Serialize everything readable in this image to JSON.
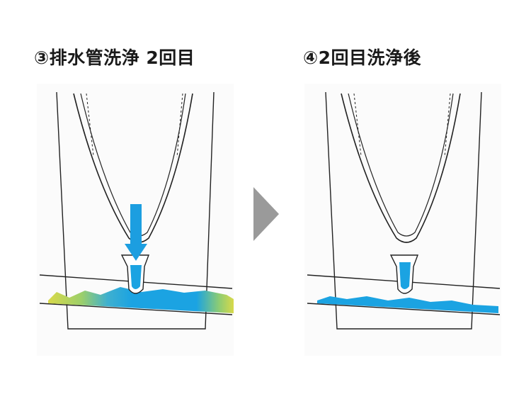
{
  "steps": [
    {
      "title": "③排水管洗浄 2回目",
      "arrow_shown": true,
      "water_state": "yellow-blue-mix"
    },
    {
      "title": "④2回目洗浄後",
      "arrow_shown": false,
      "water_state": "clean-blue"
    }
  ],
  "colors": {
    "outline": "#222222",
    "water_blue": "#1ba3e2",
    "dirty_yellow": "#d8d94a",
    "arrow_blue": "#1c9ee0",
    "next_arrow_gray": "#9a9a9a",
    "background_panel": "#fbfbfb"
  },
  "icons": {
    "down_arrow": "down-arrow-icon",
    "next_step": "play-triangle-icon"
  }
}
